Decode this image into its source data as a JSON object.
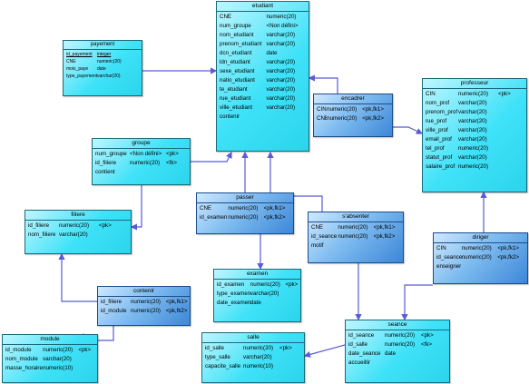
{
  "entities": {
    "etudiant": {
      "title": "etudiant",
      "rows": [
        [
          "CNE",
          "numeric(20)",
          ""
        ],
        [
          "num_groupe",
          "<Non défini>",
          ""
        ],
        [
          "nom_etudiant",
          "varchar(20)",
          ""
        ],
        [
          "prenom_etudiant",
          "varchar(20)",
          ""
        ],
        [
          "dcn_etudiant",
          "date",
          ""
        ],
        [
          "ldn_etudiant",
          "varchar(20)",
          ""
        ],
        [
          "sexe_etudiant",
          "varchar(20)",
          ""
        ],
        [
          "natio_etudiant",
          "varchar(20)",
          ""
        ],
        [
          "te_etudiant",
          "varchar(20)",
          ""
        ],
        [
          "rue_etudiant",
          "varchar(20)",
          ""
        ],
        [
          "ville_etudiant",
          "varchar(20)",
          ""
        ],
        [
          "contenir",
          "",
          ""
        ]
      ]
    },
    "payement": {
      "title": "payement",
      "rows": [
        [
          "id_payement",
          "integer",
          ""
        ],
        [
          "CNE",
          "numeric(20)",
          ""
        ],
        [
          "mois_paye",
          "date",
          ""
        ],
        [
          "type_payement",
          "varchar(20)",
          ""
        ]
      ]
    },
    "professeur": {
      "title": "professeur",
      "rows": [
        [
          "CIN",
          "numeric(20)",
          "<pk>"
        ],
        [
          "nom_prof",
          "varchar(20)",
          ""
        ],
        [
          "prenom_prof",
          "varchar(20)",
          ""
        ],
        [
          "rue_prof",
          "varchar(20)",
          ""
        ],
        [
          "ville_prof",
          "varchar(20)",
          ""
        ],
        [
          "email_prof",
          "varchar(20)",
          ""
        ],
        [
          "tel_prof",
          "numeric(20)",
          ""
        ],
        [
          "statut_prof",
          "varchar(20)",
          ""
        ],
        [
          "salaire_prof",
          "numeric(20)",
          ""
        ]
      ]
    },
    "encadrer": {
      "title": "encadrer",
      "rows": [
        [
          "CIN",
          "numeric(20)",
          "<pk,fk1>"
        ],
        [
          "CNE",
          "numeric(20)",
          "<pk,fk2>"
        ]
      ]
    },
    "groupe": {
      "title": "groupe",
      "rows": [
        [
          "num_groupe",
          "<Non défini>",
          "<pk>"
        ],
        [
          "id_filiere",
          "numeric(20)",
          "<fk>"
        ],
        [
          "contient",
          "",
          ""
        ]
      ]
    },
    "filiere": {
      "title": "filiere",
      "rows": [
        [
          "id_filiere",
          "numeric(20)",
          "<pk>"
        ],
        [
          "nom_filiere",
          "varchar(20)",
          ""
        ]
      ]
    },
    "passer": {
      "title": "passer",
      "rows": [
        [
          "CNE",
          "numeric(20)",
          "<pk,fk1>"
        ],
        [
          "id_examen",
          "numeric(20)",
          "<pk,fk2>"
        ]
      ]
    },
    "s_absenter": {
      "title": "s'absenter",
      "rows": [
        [
          "CNE",
          "numeric(20)",
          "<pk,fk1>"
        ],
        [
          "id_seance",
          "numeric(20)",
          "<pk,fk2>"
        ],
        [
          "motif",
          "",
          ""
        ]
      ]
    },
    "diriger": {
      "title": "diriger",
      "rows": [
        [
          "CIN",
          "numeric(20)",
          "<pk,fk1>"
        ],
        [
          "id_seance",
          "numeric(20)",
          "<pk,fk2>"
        ],
        [
          "enseigner",
          "",
          ""
        ]
      ]
    },
    "examen": {
      "title": "examen",
      "rows": [
        [
          "id_examen",
          "numeric(20)",
          "<pk>"
        ],
        [
          "type_examen",
          "varchar(20)",
          ""
        ],
        [
          "date_examen",
          "date",
          ""
        ]
      ]
    },
    "contenir": {
      "title": "contenir",
      "rows": [
        [
          "id_filiere",
          "numeric(20)",
          "<pk,fk1>"
        ],
        [
          "id_module",
          "numeric(20)",
          "<pk,fk2>"
        ]
      ]
    },
    "module": {
      "title": "module",
      "rows": [
        [
          "id_module",
          "numeric(20)",
          "<pk>"
        ],
        [
          "nom_module",
          "varchar(20)",
          ""
        ],
        [
          "masse_horaire",
          "numeric(10)",
          ""
        ]
      ]
    },
    "salle": {
      "title": "salle",
      "rows": [
        [
          "id_salle",
          "numeric(20)",
          "<pk>"
        ],
        [
          "type_salle",
          "varchar(20)",
          ""
        ],
        [
          "capacite_salle",
          "numeric(10)",
          ""
        ]
      ]
    },
    "seance": {
      "title": "seance",
      "rows": [
        [
          "id_seance",
          "numeric(20)",
          "<pk>"
        ],
        [
          "id_salle",
          "numeric(20)",
          "<fk>"
        ],
        [
          "date_seance",
          "date",
          ""
        ],
        [
          "accueillir",
          "",
          ""
        ]
      ]
    }
  },
  "colors": {
    "entity_fill": "#3fe2f8",
    "association_fill": "#3d87d8",
    "link_color": "#5b5bd6"
  }
}
